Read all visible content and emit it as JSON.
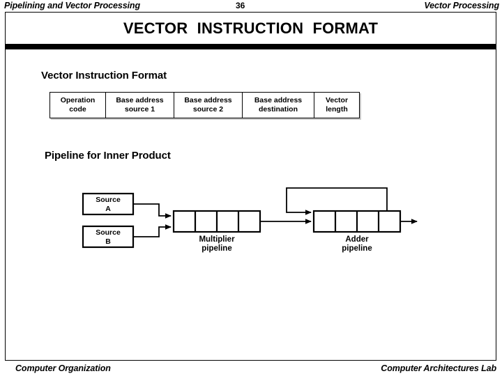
{
  "header": {
    "left_title": "Pipelining and Vector Processing",
    "page_number": "36",
    "right_title": "Vector Processing"
  },
  "slide": {
    "title": "VECTOR INSTRUCTION FORMAT",
    "sections": [
      {
        "id": "vector-instruction-format",
        "heading": "Vector Instruction Format"
      },
      {
        "id": "pipeline-for-inner-product",
        "heading": "Pipeline for Inner Product"
      }
    ]
  },
  "instruction_format": {
    "fields": [
      {
        "label": "Operation\ncode"
      },
      {
        "label": "Base address\nsource 1"
      },
      {
        "label": "Base address\nsource 2"
      },
      {
        "label": "Base address\ndestination"
      },
      {
        "label": "Vector\nlength"
      }
    ]
  },
  "pipeline_diagram": {
    "sources": [
      {
        "label": "Source\nA",
        "line1": "Source",
        "line2": "A"
      },
      {
        "label": "Source\nB",
        "line1": "Source",
        "line2": "B"
      }
    ],
    "units": [
      {
        "name": "multiplier",
        "line1": "Multiplier",
        "line2": "pipeline",
        "stages": 4
      },
      {
        "name": "adder",
        "line1": "Adder",
        "line2": "pipeline",
        "stages": 4
      }
    ],
    "has_feedback_loop": true
  },
  "footer": {
    "left": "Computer Organization",
    "right": "Computer Architectures Lab"
  },
  "colors": {
    "ink": "#000000",
    "paper": "#ffffff",
    "shadow": "#c8c8c8"
  }
}
